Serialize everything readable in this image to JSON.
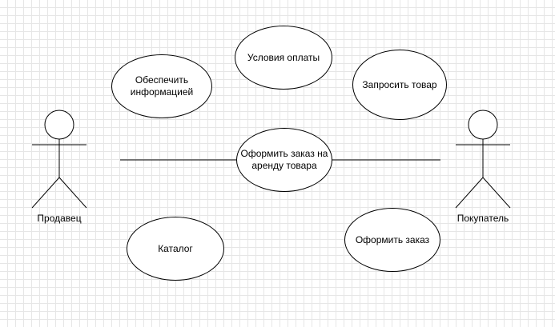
{
  "diagram": {
    "type": "use-case",
    "actors": {
      "seller": {
        "label": "Продавец",
        "icon": "stick-figure-actor-icon"
      },
      "buyer": {
        "label": "Покупатель",
        "icon": "stick-figure-actor-icon"
      }
    },
    "use_cases": {
      "provide_info": "Обеспечить\nинформацией",
      "payment_terms": "Условия оплаты",
      "request_item": "Запросить товар",
      "rent_order": "Оформить заказ на\nаренду товара",
      "catalog": "Каталог",
      "place_order": "Оформить заказ"
    },
    "associations": [
      {
        "from": "Продавец",
        "to": "Оформить заказ на аренду товара"
      },
      {
        "from": "Покупатель",
        "to": "Оформить заказ на аренду товара"
      }
    ],
    "colors": {
      "stroke": "#000000",
      "fill": "#ffffff",
      "grid": "#e6e6e6"
    }
  }
}
